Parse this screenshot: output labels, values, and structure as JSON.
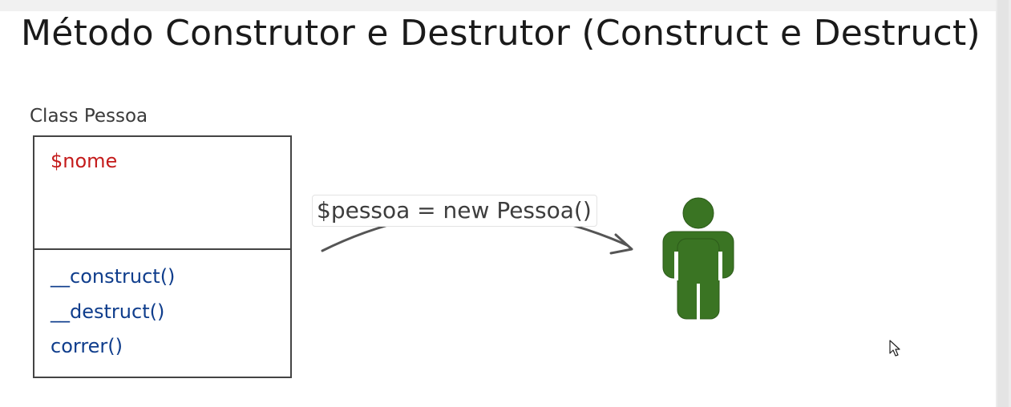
{
  "slide": {
    "title": "Método Construtor e Destrutor (Construct e Destruct)"
  },
  "class_diagram": {
    "label": "Class Pessoa",
    "attributes": [
      "$nome"
    ],
    "methods": [
      "__construct()",
      "__destruct()",
      "correr()"
    ]
  },
  "instantiation": {
    "code": "$pessoa = new Pessoa()"
  },
  "object": {
    "icon": "person-icon"
  },
  "colors": {
    "attribute": "#c41b1b",
    "method": "#0f3d8c",
    "person": "#3a7423"
  }
}
